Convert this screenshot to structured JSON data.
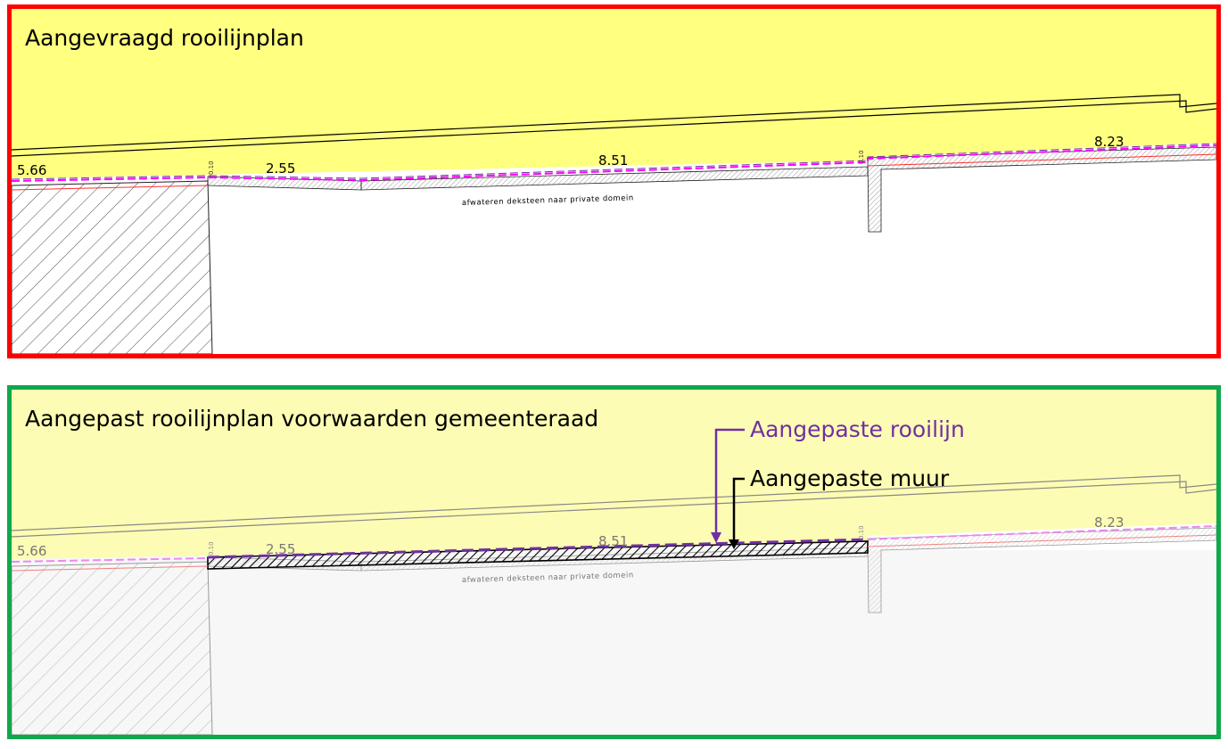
{
  "colors": {
    "frame_requested": "#ff0000",
    "frame_adjusted": "#0fa84a",
    "fill_requested": "#ffff80",
    "fill_adjusted": "#fcfcb4",
    "adjusted_line": "#7030a0",
    "adjusted_wall": "#000000"
  },
  "top_panel": {
    "title": "Aangevraagd rooilijnplan",
    "dims": {
      "left": "5.66",
      "seg1": "2.55",
      "seg2": "8.51",
      "right": "8.23"
    },
    "note": "afwateren deksteen naar private domein",
    "tick": "0.10"
  },
  "bottom_panel": {
    "title": "Aangepast rooilijnplan voorwaarden gemeenteraad",
    "dims": {
      "left": "5.66",
      "seg1": "2.55",
      "seg2": "8.51",
      "right": "8.23"
    },
    "note": "afwateren deksteen naar private domein",
    "tick": "0.10",
    "callouts": {
      "line": "Aangepaste rooilijn",
      "wall": "Aangepaste muur"
    }
  }
}
